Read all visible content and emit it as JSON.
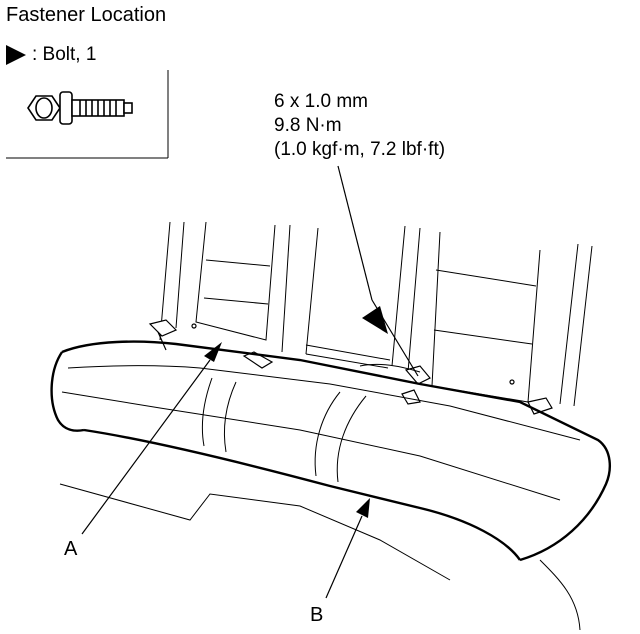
{
  "title": "Fastener Location",
  "legend": {
    "symbol": "bolt-triangle",
    "text": ": Bolt, 1"
  },
  "spec": {
    "size": "6 x 1.0 mm",
    "torque_nm": "9.8 N·m",
    "torque_alt": "(1.0 kgf·m, 7.2 lbf·ft)"
  },
  "labels": {
    "a": "A",
    "b": "B"
  },
  "colors": {
    "line": "#000000",
    "background": "#ffffff"
  }
}
